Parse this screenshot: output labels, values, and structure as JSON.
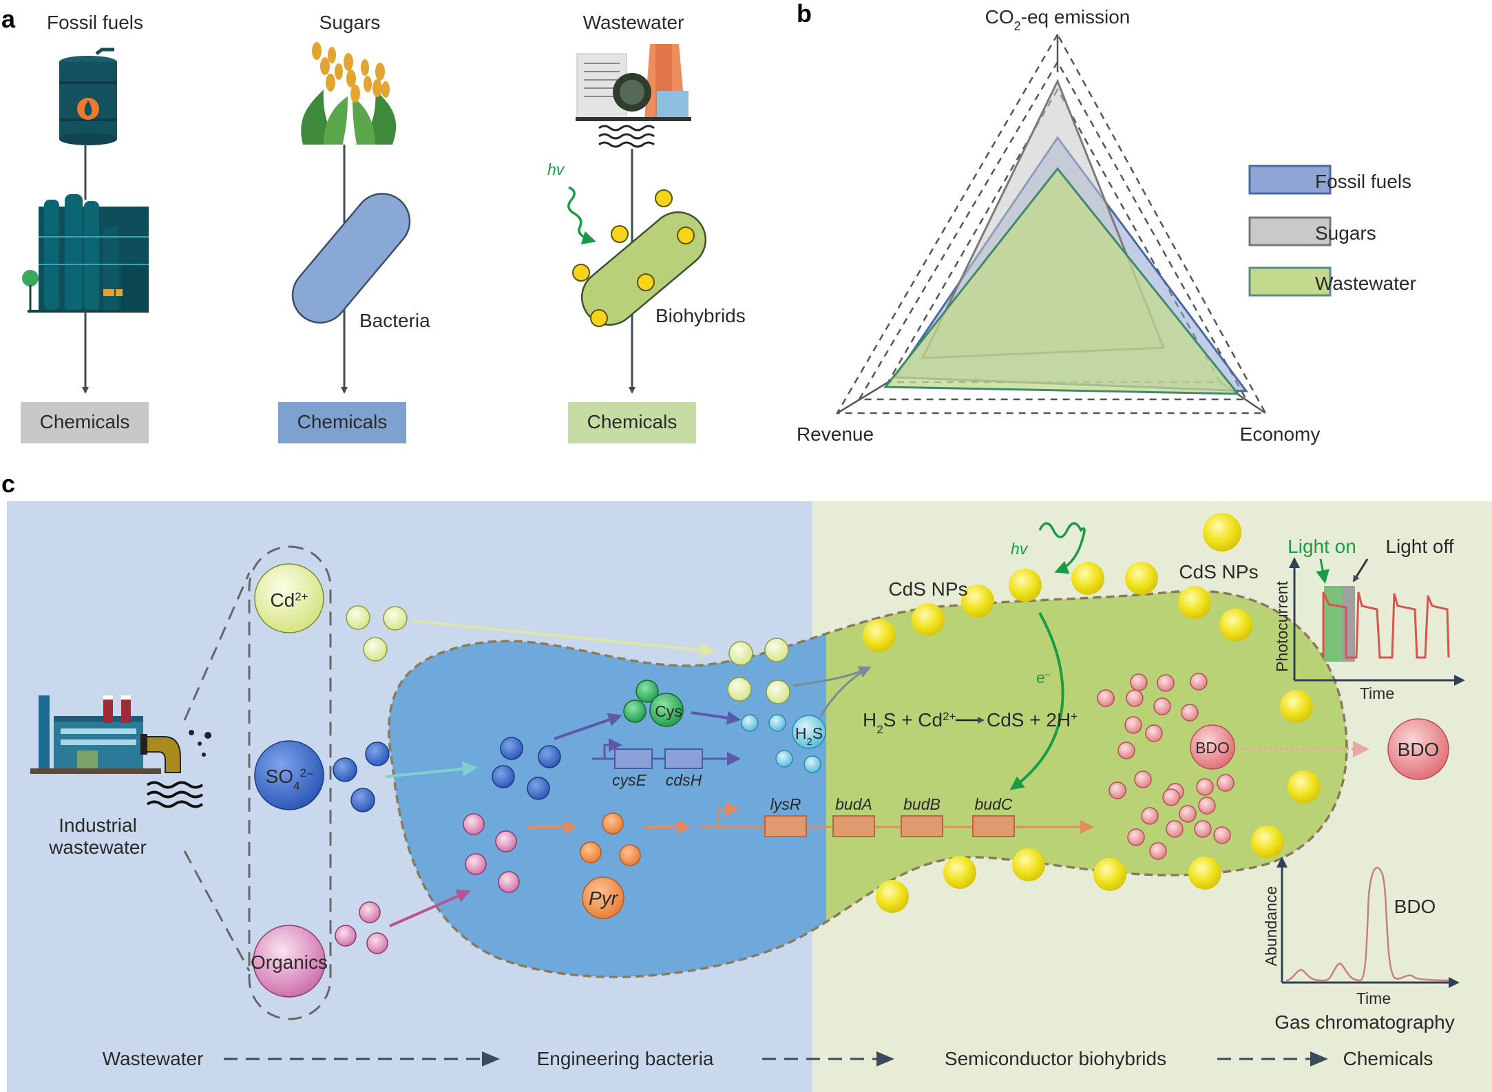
{
  "panel_a": {
    "letter": "a",
    "columns": [
      {
        "header": "Fossil fuels",
        "mid_label": "",
        "product": "Chemicals",
        "product_color": "#c8c8c8"
      },
      {
        "header": "Sugars",
        "mid_label": "Bacteria",
        "product": "Chemicals",
        "product_color": "#7ea1d0"
      },
      {
        "header": "Wastewater",
        "mid_label": "Biohybrids",
        "product": "Chemicals",
        "product_color": "#c7dca4"
      }
    ],
    "light_label": "hv"
  },
  "panel_b": {
    "letter": "b",
    "axis_top_main": "CO",
    "axis_top_sub": "2",
    "axis_top_rest": "-eq emission",
    "axis_left": "Revenue",
    "axis_right": "Economy",
    "legend": [
      {
        "label": "Fossil fuels",
        "color": "#8fa5d6"
      },
      {
        "label": "Sugars",
        "color": "#c9c9c9"
      },
      {
        "label": "Wastewater",
        "color": "#c3d98e"
      }
    ]
  },
  "panel_c": {
    "letter": "c",
    "source_label_line1": "Industrial",
    "source_label_line2": "wastewater",
    "ions": {
      "cd": {
        "main": "Cd",
        "sup": "2+"
      },
      "so4": {
        "main": "SO",
        "sub": "4",
        "sup": "2–"
      },
      "organics": "Organics"
    },
    "metabolites": {
      "cys": "Cys",
      "h2s_main": "H",
      "h2s_sub": "2",
      "h2s_rest": "S",
      "pyr": "Pyr",
      "bdo": "BDO"
    },
    "genes": [
      "cysE",
      "cdsH",
      "lysR",
      "budA",
      "budB",
      "budC"
    ],
    "cds_label": "CdS NPs",
    "light_label": "hv",
    "electron": {
      "main": "e",
      "sup": "–"
    },
    "reaction": {
      "a": "H",
      "a_sub": "2",
      "b": "S + Cd",
      "b_sup": "2+",
      "c": "CdS + 2H",
      "c_sup": "+"
    },
    "photocurrent": {
      "light_on": "Light on",
      "light_off": "Light off",
      "ylabel": "Photocurrent",
      "xlabel": "Time"
    },
    "gc": {
      "peak_label": "BDO",
      "ylabel": "Abundance",
      "xlabel": "Time",
      "caption": "Gas chromatography"
    },
    "flow": [
      "Wastewater",
      "Engineering bacteria",
      "Semiconductor biohybrids",
      "Chemicals"
    ],
    "colors": {
      "left_bg": "#c9d8ec",
      "right_bg": "#e6ecd5",
      "cell_left": "#6fa8db",
      "cell_right": "#b9d276",
      "cds": "#f1e31b"
    }
  }
}
